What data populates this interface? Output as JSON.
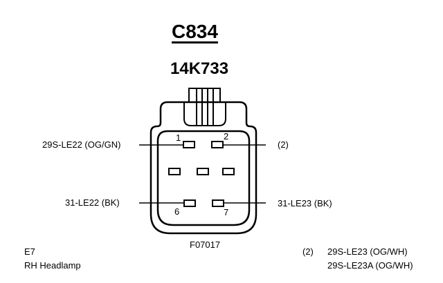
{
  "connector": {
    "title": "C834",
    "part_number": "14K733",
    "figure_code": "F07017"
  },
  "pins": [
    {
      "number": "1",
      "wire": "29S-LE22 (OG/GN)"
    },
    {
      "number": "2",
      "wire": "(2)"
    },
    {
      "number": "6",
      "wire": "31-LE22 (BK)"
    },
    {
      "number": "7",
      "wire": "31-LE23 (BK)"
    }
  ],
  "location": {
    "code": "E7",
    "description": "RH Headlamp"
  },
  "footnote": {
    "marker": "(2)",
    "wires": [
      "29S-LE23 (OG/WH)",
      "29S-LE23A (OG/WH)"
    ]
  }
}
